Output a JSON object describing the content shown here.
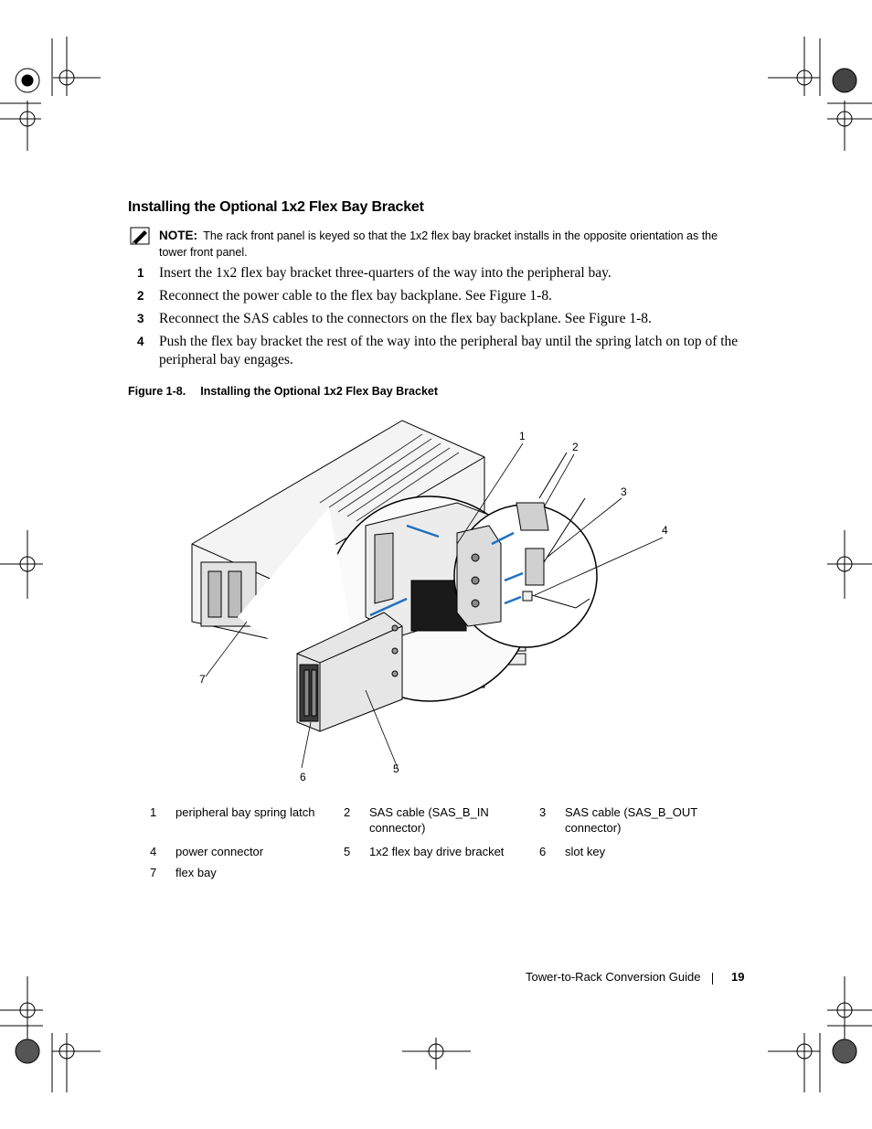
{
  "section": {
    "title": "Installing the Optional 1x2 Flex Bay Bracket"
  },
  "note": {
    "label": "NOTE:",
    "text": "The rack front panel is keyed so that the 1x2 flex bay bracket installs in the opposite orientation as the tower front panel.",
    "icon": "pencil-note-icon"
  },
  "steps": [
    {
      "num": "1",
      "text": "Insert the 1x2 flex bay bracket three-quarters of the way into the peripheral bay."
    },
    {
      "num": "2",
      "text": "Reconnect the power cable to the flex bay backplane. See Figure 1-8."
    },
    {
      "num": "3",
      "text": "Reconnect the SAS cables to the connectors on the flex bay backplane. See Figure 1-8."
    },
    {
      "num": "4",
      "text": "Push the flex bay bracket the rest of the way into the peripheral bay until the spring latch on top of the peripheral bay engages."
    }
  ],
  "figure": {
    "number": "Figure 1-8.",
    "title": "Installing the Optional 1x2 Flex Bay Bracket",
    "callouts": [
      "1",
      "2",
      "3",
      "4",
      "5",
      "6",
      "7"
    ],
    "arrow_color": "#1f6fc1"
  },
  "legend": [
    {
      "num": "1",
      "label": "peripheral bay spring latch"
    },
    {
      "num": "2",
      "label": "SAS cable (SAS_B_IN connector)"
    },
    {
      "num": "3",
      "label": "SAS cable (SAS_B_OUT connector)"
    },
    {
      "num": "4",
      "label": "power connector"
    },
    {
      "num": "5",
      "label": "1x2 flex bay drive bracket"
    },
    {
      "num": "6",
      "label": "slot key"
    },
    {
      "num": "7",
      "label": "flex bay"
    }
  ],
  "footer": {
    "title": "Tower-to-Rack Conversion Guide",
    "page": "19"
  }
}
